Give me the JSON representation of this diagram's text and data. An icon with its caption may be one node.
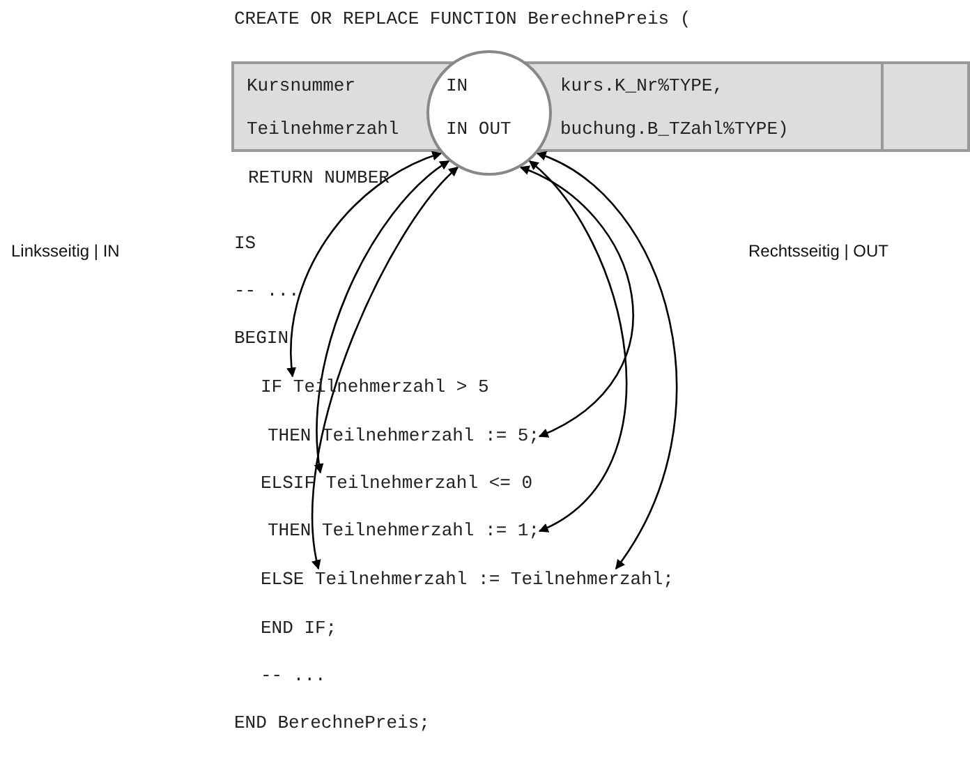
{
  "diagram": {
    "nodes": [
      {
        "text": [
          "Kursnummer",
          "kurs.K_Nr%TYPE,",
          "Teilnehmerzahl",
          "buchung.B_TZahl%TYPE)"
        ]
      },
      {
        "text": [
          "IN",
          "IN OUT"
        ]
      },
      {
        "text": [
          "IF Teilnehmerzahl > 5"
        ]
      },
      {
        "text": [
          "THEN Teilnehmerzahl := 5;"
        ]
      },
      {
        "text": [
          "ELSIF Teilnehmerzahl <= 0"
        ]
      },
      {
        "text": [
          "THEN Teilnehmerzahl := 1;"
        ]
      },
      {
        "text": [
          "ELSE Teilnehmerzahl := Teilnehmerzahl;"
        ]
      }
    ],
    "edges": [
      {
        "from": 1,
        "to": 2,
        "arrow": "both"
      },
      {
        "from": 1,
        "to": 4,
        "arrow": "both"
      },
      {
        "from": 1,
        "to": 6,
        "arrow": "both"
      },
      {
        "from": 1,
        "to": 3,
        "arrow": "both"
      },
      {
        "from": 1,
        "to": 5,
        "arrow": "both"
      },
      {
        "from": 1,
        "to": 6,
        "arrow": "both"
      }
    ],
    "labels": [
      "CREATE OR REPLACE FUNCTION BerechnePreis (",
      "RETURN NUMBER",
      "Linksseitig | IN",
      "IS",
      "Rechtsseitig | OUT",
      "-- ...",
      "BEGIN",
      "END IF;",
      "-- ...",
      "END BerechnePreis;"
    ]
  }
}
